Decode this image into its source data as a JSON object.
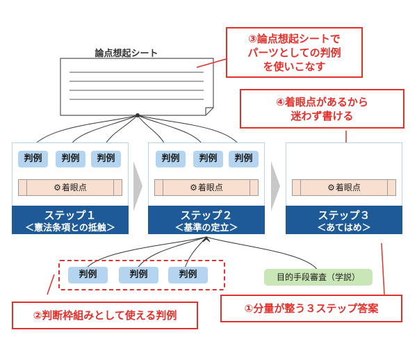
{
  "sheet": {
    "title": "論点想起シート"
  },
  "callouts": {
    "c3": [
      "③論点想起シートで",
      "パーツとしての判例",
      "を使いこなす"
    ],
    "c4": [
      "④着眼点があるから",
      "迷わず書ける"
    ],
    "c2": "②判断枠組みとして使える判例",
    "c1": "①分量が整う３ステップ答案"
  },
  "steps": [
    {
      "title": "ステップ１",
      "subtitle": "＜憲法条項との抵触＞",
      "cases": [
        "判例",
        "判例",
        "判例"
      ],
      "focus": "着眼点"
    },
    {
      "title": "ステップ２",
      "subtitle": "＜基準の定立＞",
      "cases": [
        "判例",
        "判例",
        "判例"
      ],
      "focus": "着眼点"
    },
    {
      "title": "ステップ３",
      "subtitle": "＜あてはめ＞",
      "cases": [],
      "focus": "着眼点"
    }
  ],
  "bottom_cases": [
    "判例",
    "判例",
    "判例"
  ],
  "theory_label": "目的手段審査（学説）",
  "colors": {
    "accent_red": "#e2302b",
    "step_blue": "#1d5a97",
    "chip_blue": "#b5d4ef",
    "focus_peach": "#f9dfcf",
    "green": "#c9e7b6"
  }
}
